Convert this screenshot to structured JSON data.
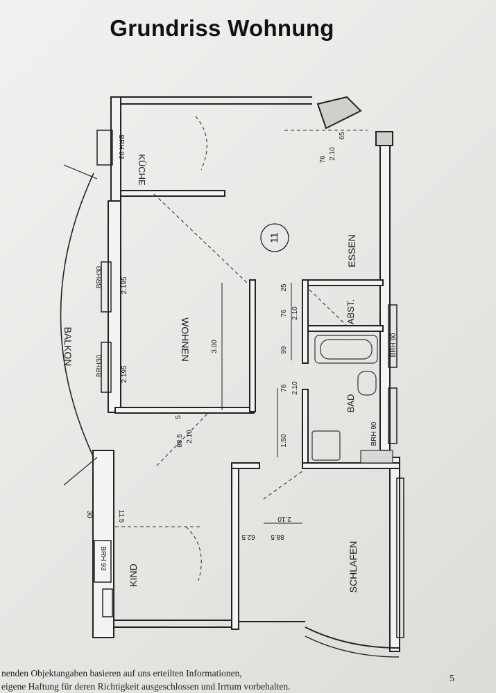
{
  "document": {
    "title": "Grundriss Wohnung",
    "footer_lines": [
      "nenden Objektangaben basieren auf uns erteilten Informationen,",
      "eigene Haftung für deren Richtigkeit ausgeschlossen und Irrtum vorbehalten."
    ],
    "page_number": "5"
  },
  "plan": {
    "unit_number": "11",
    "rooms": {
      "balcony": "BALKON",
      "kitchen": "KÜCHE",
      "living": "WOHNEN",
      "dining": "ESSEN",
      "storage": "ABST.",
      "bath": "BAD",
      "child": "KIND",
      "bedroom": "SCHLAFEN"
    },
    "dimensions": {
      "kitchen_window": "BRH 93",
      "living_window_top_sill": "BRH30",
      "living_window_top_height": "2.195",
      "living_window_bottom_sill": "BRH30",
      "living_window_bottom_height": "2.195",
      "living_depth": "3.00",
      "entry_door_width": "76",
      "entry_door_height": "2.10",
      "entry_door_width_alt": "65",
      "storage_door_width": "76",
      "storage_door_height": "2.10",
      "storage_door_offset": "25",
      "bath_wall_width": "99",
      "bath_door_width": "76",
      "bath_door_height": "2.10",
      "hall_length": "1.50",
      "bath_window": "BRH 90",
      "dining_window": "BRH 90",
      "living_door_width": "88.5",
      "living_door_height": "2.10",
      "living_door_offset": "5",
      "child_pier_30": "30",
      "child_pier_11": "11.5",
      "child_window": "BRH 93",
      "bedroom_door_width": "88.5",
      "bedroom_door_height": "2.10",
      "bedroom_door_offset": "62.5"
    }
  }
}
